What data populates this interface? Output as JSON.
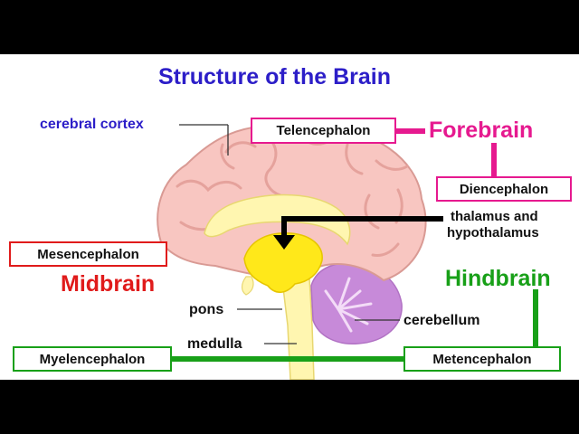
{
  "title": "Structure of the Brain",
  "colors": {
    "title": "#2c1ec8",
    "forebrain": "#e6198f",
    "midbrain": "#e01b1b",
    "hindbrain": "#18a018",
    "brain_pink": "#f8c6c1",
    "brain_outline": "#d99a94",
    "thalamus_yellow": "#ffe81a",
    "stem_yellow": "#fff6b0",
    "cerebellum_purple": "#d9a6e6"
  },
  "labels": {
    "cerebral_cortex": "cerebral cortex",
    "thalamus_line1": "thalamus and",
    "thalamus_line2": "hypothalamus",
    "pons": "pons",
    "medulla": "medulla",
    "cerebellum": "cerebellum"
  },
  "divisions": {
    "forebrain": "Forebrain",
    "midbrain": "Midbrain",
    "hindbrain": "Hindbrain"
  },
  "boxes": {
    "telencephalon": "Telencephalon",
    "diencephalon": "Diencephalon",
    "mesencephalon": "Mesencephalon",
    "myelencephalon": "Myelencephalon",
    "metencephalon": "Metencephalon"
  }
}
